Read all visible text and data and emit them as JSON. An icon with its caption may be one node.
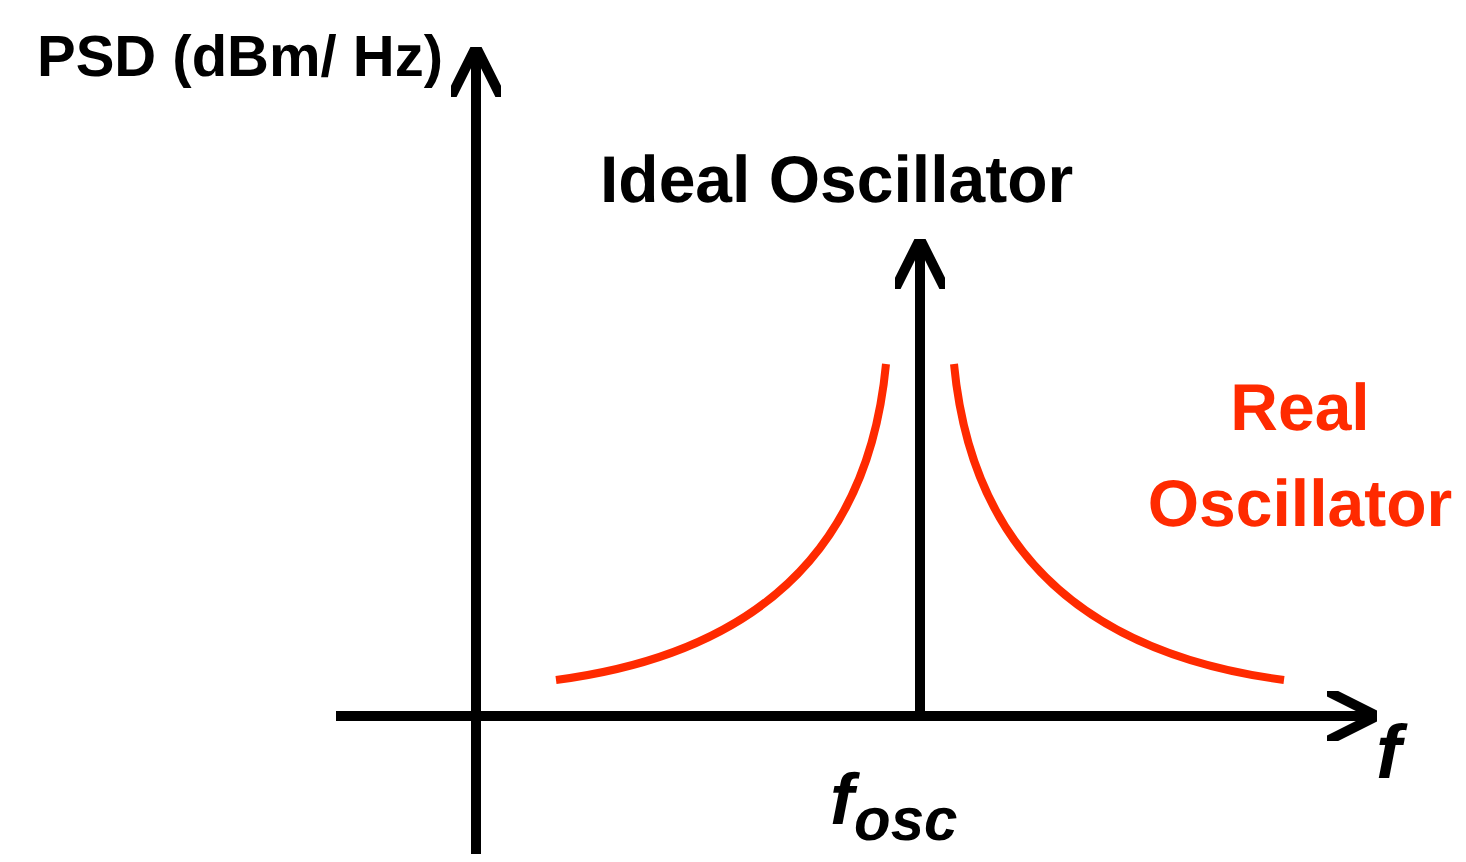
{
  "diagram": {
    "labels": [
      "PSD (dBm/ Hz)",
      "Ideal Oscillator",
      "Real Oscillator",
      "f",
      "f$_{osc}$"
    ]
  }
}
